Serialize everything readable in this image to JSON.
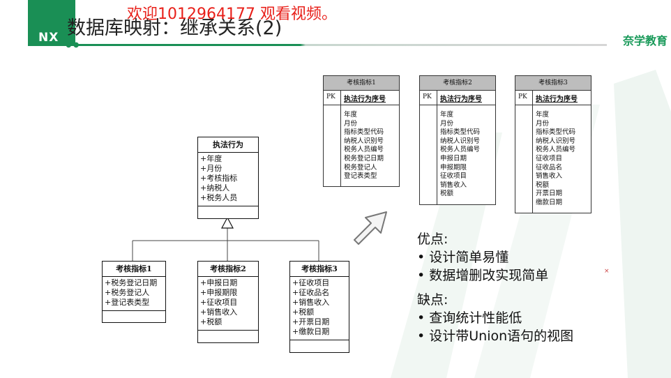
{
  "watermark": "欢迎1012964177 观看视频。",
  "header": {
    "logo_text": "NX",
    "title": "数据库映射：继承关系(2)",
    "brand": "奈学教育"
  },
  "uml": {
    "parent": {
      "name": "执法行为",
      "attrs": [
        "+年度",
        "+月份",
        "+考核指标",
        "+纳税人",
        "+税务人员"
      ]
    },
    "children": [
      {
        "name": "考核指标1",
        "attrs": [
          "+税务登记日期",
          "+税务登记人",
          "+登记表类型"
        ]
      },
      {
        "name": "考核指标2",
        "attrs": [
          "+申报日期",
          "+申报期限",
          "+征收项目",
          "+销售收入",
          "+税额"
        ]
      },
      {
        "name": "考核指标3",
        "attrs": [
          "+征收项目",
          "+征收品名",
          "+销售收入",
          "+税额",
          "+开票日期",
          "+缴款日期"
        ]
      }
    ]
  },
  "tables": [
    {
      "name": "考核指标1",
      "pk_label": "PK",
      "pk": "执法行为序号",
      "fields": [
        "年度",
        "月份",
        "指标类型代码",
        "纳税人识别号",
        "税务人员编号",
        "税务登记日期",
        "税务登记人",
        "登记表类型"
      ]
    },
    {
      "name": "考核指标2",
      "pk_label": "PK",
      "pk": "执法行为序号",
      "fields": [
        "年度",
        "月份",
        "指标类型代码",
        "纳税人识别号",
        "税务人员编号",
        "申报日期",
        "申报期限",
        "征收项目",
        "销售收入",
        "税额"
      ]
    },
    {
      "name": "考核指标3",
      "pk_label": "PK",
      "pk": "执法行为序号",
      "fields": [
        "年度",
        "月份",
        "指标类型代码",
        "纳税人识别号",
        "税务人员编号",
        "征收项目",
        "征收品名",
        "销售收入",
        "税额",
        "开票日期",
        "缴款日期"
      ]
    }
  ],
  "notes": {
    "pros_title": "优点:",
    "pros": [
      "• 设计简单易懂",
      "• 数据增删改实现简单"
    ],
    "cons_title": "缺点:",
    "cons": [
      "• 查询统计性能低",
      "• 设计带Union语句的视图"
    ],
    "mark": "×"
  },
  "colors": {
    "accent": "#1a8f55",
    "watermark": "#e8201a",
    "table_header": "#bdbdbd"
  }
}
